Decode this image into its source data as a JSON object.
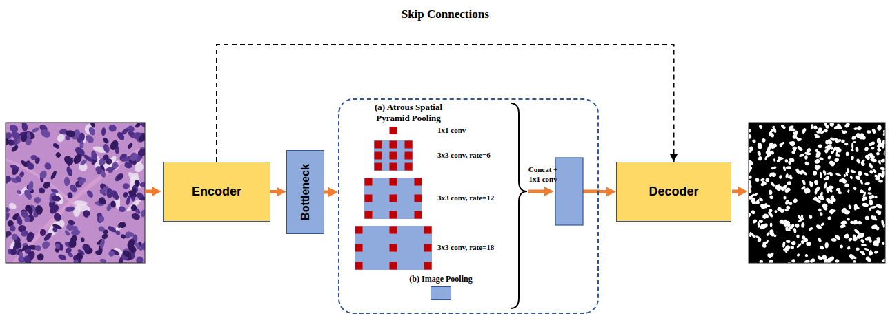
{
  "diagram": {
    "nodes": [
      {
        "text": [
          "Encoder"
        ]
      },
      {
        "text": [
          "Bottleneck"
        ]
      },
      {
        "text": [
          "(a) Atrous Spatial Pyramid Pooling"
        ]
      },
      {
        "text": [
          "(b) Image Pooling"
        ],
        "in": 2
      },
      {
        "text": [
          "Decoder"
        ]
      }
    ],
    "edges": [
      {
        "from": 0,
        "to": 1,
        "arrow": "to"
      },
      {
        "from": 1,
        "to": 2,
        "arrow": "to"
      },
      {
        "from": 2,
        "to": 4,
        "arrow": "to"
      },
      {
        "from": 0,
        "to": 4,
        "arrow": "to",
        "label": "Skip Connections"
      }
    ],
    "labels": [
      "1x1 conv",
      "3x3 conv, rate=6",
      "3x3 conv, rate=12",
      "3x3 conv, rate=18",
      "Concat + 1x1 conv"
    ]
  }
}
